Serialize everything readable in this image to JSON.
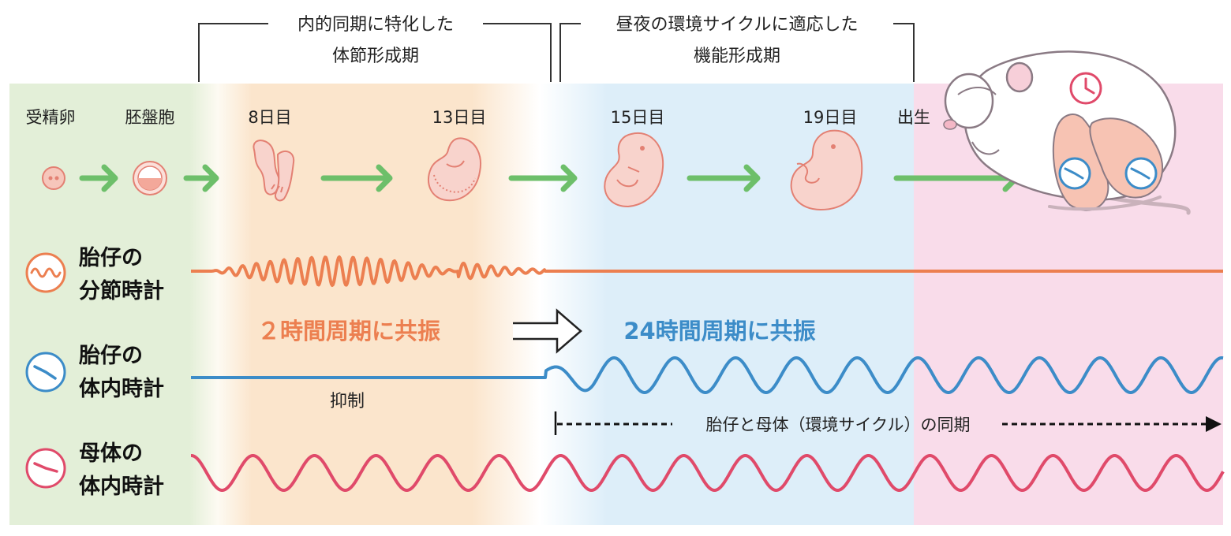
{
  "phases": {
    "left_title_line1": "内的同期に特化した",
    "left_title_line2": "体節形成期",
    "right_title_line1": "昼夜の環境サイクルに適応した",
    "right_title_line2": "機能形成期"
  },
  "stages": {
    "fertilized_egg": "受精卵",
    "blastocyst": "胚盤胞",
    "day8": "8日目",
    "day13": "13日目",
    "day15": "15日目",
    "day19": "19日目",
    "birth": "出生"
  },
  "rows": {
    "segmentation_clock": {
      "line1": "胎仔の",
      "line2": "分節時計"
    },
    "fetal_circadian": {
      "line1": "胎仔の",
      "line2": "体内時計"
    },
    "maternal_circadian": {
      "line1": "母体の",
      "line2": "体内時計"
    }
  },
  "annotations": {
    "two_hour": "２時間周期に共振",
    "twentyfour_hour": "24時間周期に共振",
    "suppression": "抑制",
    "sync": "胎仔と母体（環境サイクル）の同期"
  },
  "colors": {
    "zone_green": "#e3efd8",
    "zone_orange": "#fbe5cc",
    "zone_blue": "#ddeef9",
    "zone_pink": "#f9dcea",
    "arrow_green": "#6dbf6a",
    "orange_wave": "#ec7f50",
    "blue_wave": "#3c8cc8",
    "pink_wave": "#e04a6a",
    "embryo_fill": "#f8d3cc",
    "embryo_stroke": "#e38073"
  },
  "icons": {
    "segmentation": "wave-circle-icon",
    "fetal_clock": "clock-icon",
    "maternal_clock": "clock-icon"
  }
}
